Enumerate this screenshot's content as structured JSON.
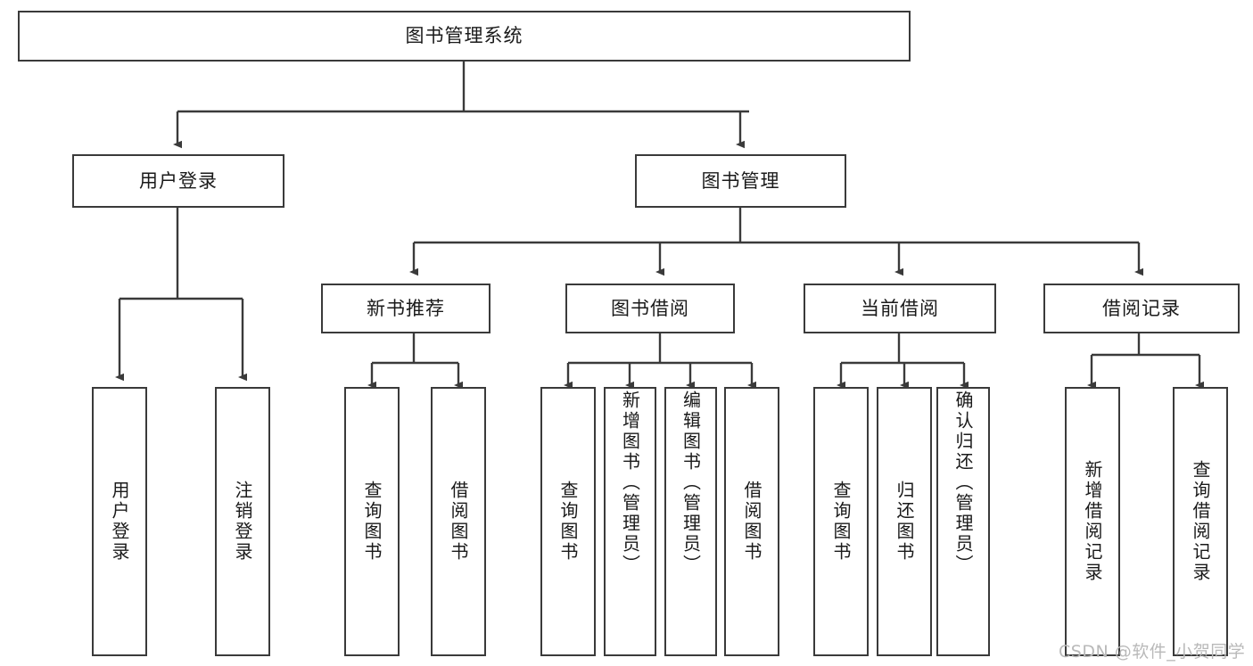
{
  "diagram": {
    "type": "tree",
    "title": "图书管理系统",
    "root": {
      "id": "root",
      "label": "图书管理系统"
    },
    "level2": [
      {
        "id": "user-login",
        "label": "用户登录"
      },
      {
        "id": "book-management",
        "label": "图书管理"
      }
    ],
    "level3": [
      {
        "id": "new-book-recommend",
        "label": "新书推荐",
        "parent": "book-management"
      },
      {
        "id": "book-borrow",
        "label": "图书借阅",
        "parent": "book-management"
      },
      {
        "id": "current-borrow",
        "label": "当前借阅",
        "parent": "book-management"
      },
      {
        "id": "borrow-record",
        "label": "借阅记录",
        "parent": "book-management"
      }
    ],
    "leaves": [
      {
        "id": "leaf-user-login",
        "label": "用户登录",
        "parent": "user-login"
      },
      {
        "id": "leaf-logout",
        "label": "注销登录",
        "parent": "user-login"
      },
      {
        "id": "leaf-query-book-1",
        "label": "查询图书",
        "parent": "new-book-recommend"
      },
      {
        "id": "leaf-borrow-book-1",
        "label": "借阅图书",
        "parent": "new-book-recommend"
      },
      {
        "id": "leaf-query-book-2",
        "label": "查询图书",
        "parent": "book-borrow"
      },
      {
        "id": "leaf-add-book",
        "label": "新增图书（管理员）",
        "parent": "book-borrow"
      },
      {
        "id": "leaf-edit-book",
        "label": "编辑图书（管理员）",
        "parent": "book-borrow"
      },
      {
        "id": "leaf-borrow-book-2",
        "label": "借阅图书",
        "parent": "book-borrow"
      },
      {
        "id": "leaf-query-book-3",
        "label": "查询图书",
        "parent": "current-borrow"
      },
      {
        "id": "leaf-return-book",
        "label": "归还图书",
        "parent": "current-borrow"
      },
      {
        "id": "leaf-confirm-return",
        "label": "确认归还（管理员）",
        "parent": "current-borrow"
      },
      {
        "id": "leaf-add-record",
        "label": "新增借阅记录",
        "parent": "borrow-record"
      },
      {
        "id": "leaf-query-record",
        "label": "查询借阅记录",
        "parent": "borrow-record"
      }
    ],
    "colors": {
      "stroke": "#3a3a3a",
      "fill": "#ffffff",
      "text": "#1a1a1a",
      "watermark": "#b9b9b9"
    }
  },
  "watermark": {
    "text": "CSDN @软件_小贺同学"
  }
}
